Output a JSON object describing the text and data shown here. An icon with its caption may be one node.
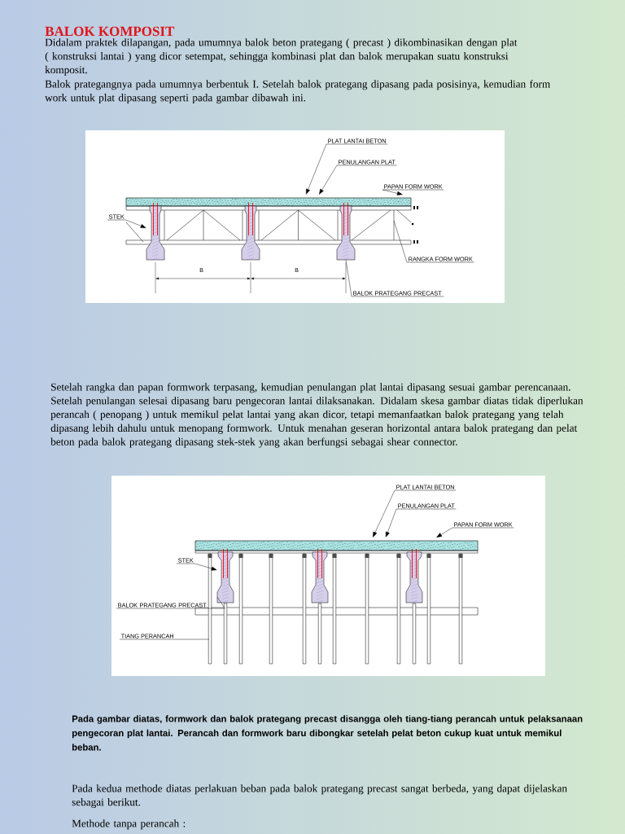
{
  "diagram": {
    "title": "BALOK  KOMPOSIT",
    "nodes": [
      {
        "text": [
          "PLAT LANTAI BETON"
        ]
      },
      {
        "text": [
          "PENULANGAN PLAT"
        ]
      },
      {
        "text": [
          "PAPAN FORM WORK"
        ]
      },
      {
        "text": [
          "STEK"
        ]
      },
      {
        "text": [
          "RANGKA  FORM WORK"
        ]
      },
      {
        "text": [
          "BALOK PRATEGANG PRECAST"
        ]
      },
      {
        "text": [
          "PLAT LANTAI BETON"
        ]
      },
      {
        "text": [
          "PENULANGAN PLAT"
        ]
      },
      {
        "text": [
          "PAPAN FORM WORK"
        ]
      },
      {
        "text": [
          "STEK"
        ]
      },
      {
        "text": [
          "BALOK PRATEGANG PRECAST"
        ]
      },
      {
        "text": [
          "TIANG PERANCAH"
        ]
      },
      {
        "text": [],
        "shape": "picture"
      },
      {
        "text": [],
        "shape": "picture"
      },
      {
        "text": [],
        "shape": "picture"
      },
      {
        "text": [],
        "shape": "picture"
      },
      {
        "text": [],
        "shape": "picture"
      },
      {
        "text": [],
        "shape": "picture"
      }
    ],
    "edges": [
      {
        "from": 0,
        "to": null,
        "arrow": "to"
      },
      {
        "from": 1,
        "to": null,
        "arrow": "to"
      },
      {
        "from": 2,
        "to": null,
        "arrow": "to"
      },
      {
        "from": 3,
        "to": 12,
        "arrow": "to"
      },
      {
        "from": 4,
        "to": null,
        "arrow": "none"
      },
      {
        "from": 5,
        "to": 14,
        "arrow": "none"
      },
      {
        "from": 6,
        "to": null,
        "arrow": "to"
      },
      {
        "from": 7,
        "to": null,
        "arrow": "to"
      },
      {
        "from": 8,
        "to": null,
        "arrow": "to"
      },
      {
        "from": 9,
        "to": 15,
        "arrow": "to"
      },
      {
        "from": 10,
        "to": 15,
        "arrow": "none"
      },
      {
        "from": 11,
        "to": null,
        "arrow": "none"
      }
    ],
    "labels": [
      "Didalam praktek dilapangan, pada umumnya balok beton prategang ( precast )  dikombinasikan dengan plat ( konstruksi lantai ) yang dicor setempat, sehingga kombinasi plat dan balok merupakan suatu konstruksi komposit.",
      "Balok prategangnya pada umumnya berbentuk I. Setelah balok prategang dipasang pada posisinya, kemudian form work untuk plat dipasang seperti pada gambar dibawah ini.",
      "B",
      "B",
      "Setelah rangka dan papan formwork terpasang, kemudian penulangan plat lantai dipasang sesuai gambar perencanaan. Setelah penulangan selesai dipasang baru pengecoran lantai dilaksanakan. Didalam skesa gambar diatas tidak diperlukan perancah ( penopang ) untuk memikul pelat lantai yang akan dicor, tetapi memanfaatkan balok prategang yang telah dipasang lebih dahulu untuk menopang formwork. Untuk menahan geseran horizontal antara balok  prategang dan pelat beton pada balok prategang dipasang stek-stek yang akan berfungsi sebagai shear connector.",
      "Pada gambar diatas, formwork dan balok prategang precast disangga oleh tiang-tiang perancah  untuk pelaksanaan  pengecoran  plat  lantai.  Perancah  dan  formwork  baru  dibongkar setelah pelat beton cukup kuat untuk memikul beban.",
      "Pada kedua methode diatas perlakuan beban pada balok prategang precast sangat berbeda, yang dapat dijelaskan sebagai berikut.",
      "Methode tanpa perancah :"
    ]
  }
}
